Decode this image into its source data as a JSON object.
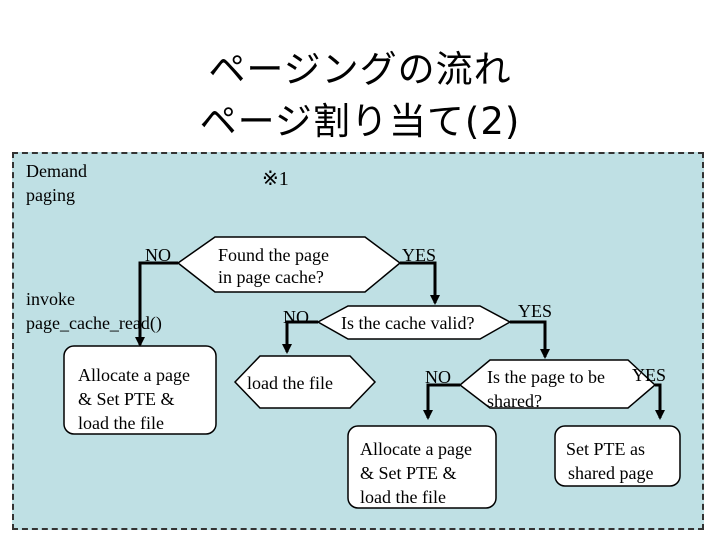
{
  "title": {
    "line1": "ページングの流れ",
    "line2": "ページ割り当て(2)"
  },
  "diagram": {
    "demand_label_1": "Demand",
    "demand_label_2": "paging",
    "note_mark": "※1",
    "found_q_1": "Found the page",
    "found_q_2": "in page cache?",
    "found_no": "NO",
    "found_yes": "YES",
    "invoke_1": "invoke",
    "invoke_2": "page_cache_read()",
    "left_box_1": "Allocate a page",
    "left_box_2": "& Set PTE &",
    "left_box_3": "load the file",
    "valid_q": "Is the cache valid?",
    "valid_no": "NO",
    "valid_yes": "YES",
    "load_box": "load the file",
    "shared_q_1": "Is the page to be",
    "shared_q_2": "shared?",
    "shared_no": "NO",
    "shared_yes": "YES",
    "bottom_box_1": "Allocate a page",
    "bottom_box_2": "& Set PTE &",
    "bottom_box_3": "load the file",
    "right_box_1": "Set PTE as",
    "right_box_2": "shared page"
  },
  "colors": {
    "panel_bg": "#bfe0e4",
    "box_fill": "#ffffff",
    "line": "#000000"
  }
}
